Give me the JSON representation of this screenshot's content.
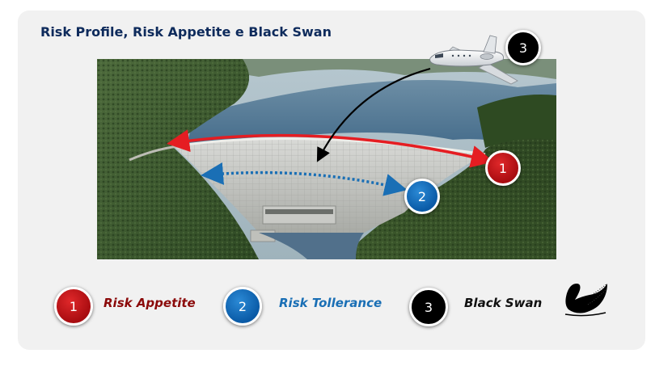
{
  "title": "Risk Profile, Risk Appetite e Black Swan",
  "badges": {
    "one": "1",
    "two": "2",
    "three": "3"
  },
  "legend": [
    {
      "number": "1",
      "label": "Risk Appetite",
      "color": "#8b0a0a"
    },
    {
      "number": "2",
      "label": "Risk Tollerance",
      "color": "#1a6fb5"
    },
    {
      "number": "3",
      "label": "Black Swan",
      "color": "#111111"
    }
  ],
  "icons": {
    "swan": "black-swan-icon",
    "plane": "airplane-icon"
  },
  "colors": {
    "risk_appetite": "#d8151b",
    "risk_tolerance": "#1a6fb5",
    "black_swan": "#000000",
    "title": "#0e2b5c"
  }
}
